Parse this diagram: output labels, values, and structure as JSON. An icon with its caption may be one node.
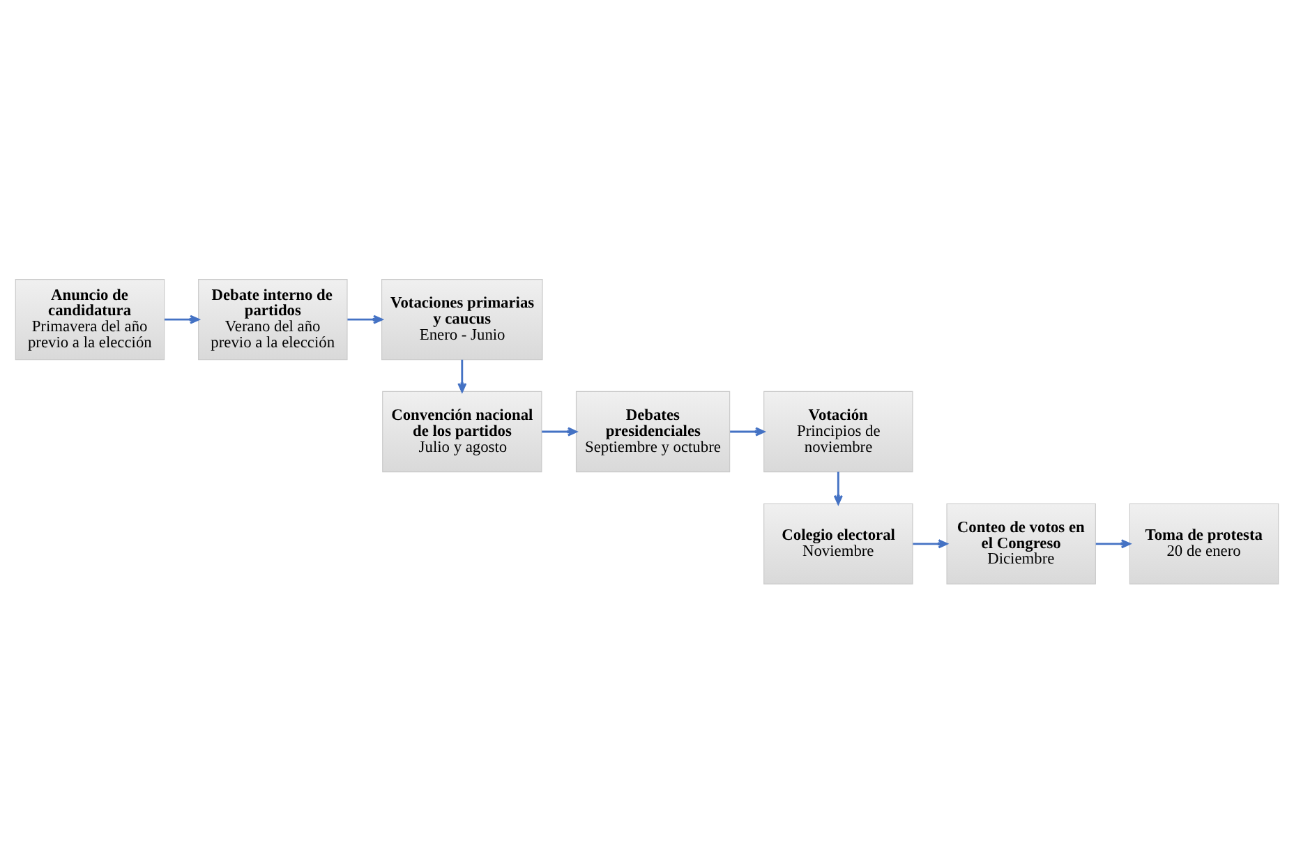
{
  "diagram": {
    "nodes": [
      {
        "text": [
          "Anuncio de candidatura",
          "Primavera del año previo a la elección"
        ]
      },
      {
        "text": [
          "Debate interno de partidos",
          "Verano del año previo a la elección"
        ]
      },
      {
        "text": [
          "Votaciones primarias y caucus",
          "Enero - Junio"
        ]
      },
      {
        "text": [
          "Convención nacional de los partidos",
          "Julio y agosto"
        ]
      },
      {
        "text": [
          "Debates presidenciales",
          "Septiembre y octubre"
        ]
      },
      {
        "text": [
          "Votación",
          "Principios de noviembre"
        ]
      },
      {
        "text": [
          "Colegio electoral",
          "Noviembre"
        ]
      },
      {
        "text": [
          "Conteo de votos en el Congreso",
          "Diciembre"
        ]
      },
      {
        "text": [
          "Toma de protesta",
          "20 de enero"
        ]
      }
    ],
    "edges": [
      {
        "from": 0,
        "to": 1,
        "arrow": "to"
      },
      {
        "from": 1,
        "to": 2,
        "arrow": "to"
      },
      {
        "from": 2,
        "to": 3,
        "arrow": "to"
      },
      {
        "from": 3,
        "to": 4,
        "arrow": "to"
      },
      {
        "from": 4,
        "to": 5,
        "arrow": "to"
      },
      {
        "from": 5,
        "to": 6,
        "arrow": "to"
      },
      {
        "from": 6,
        "to": 7,
        "arrow": "to"
      },
      {
        "from": 7,
        "to": 8,
        "arrow": "to"
      }
    ]
  }
}
